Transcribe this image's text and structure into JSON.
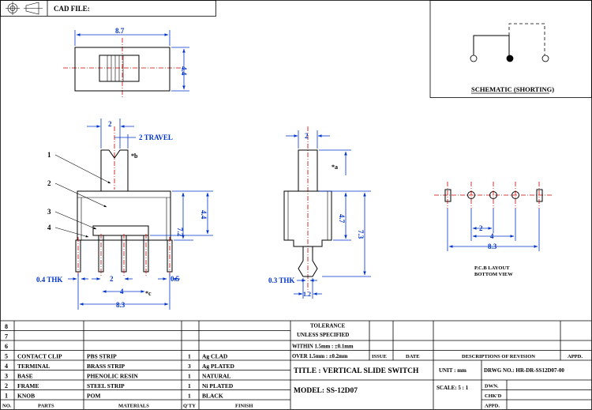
{
  "header": {
    "cad_file_label": "CAD FILE:"
  },
  "schematic": {
    "title": "SCHEMATIC (SHORTING)"
  },
  "top_view": {
    "width_dim": "8.7",
    "height_dim": "4.4"
  },
  "front_view": {
    "lever_width": "2",
    "travel": "2 TRAVEL",
    "note_b": "*b",
    "height_upper": "4.4",
    "height_total": "7.2",
    "thickness": "0.4 THK",
    "pitch": "2",
    "pin_width": "0.5",
    "span_inner": "4",
    "note_c": "*c",
    "span_total": "8.3",
    "callouts": [
      "1",
      "2",
      "3",
      "4"
    ]
  },
  "side_view": {
    "lever_width": "2",
    "note_a": "*a",
    "height_body": "4.7",
    "height_total": "7.3",
    "thickness": "0.3 THK",
    "pin_width": "1.2"
  },
  "pcb_layout": {
    "pitch": "2",
    "inner": "4",
    "total": "8.3",
    "title_line1": "P.C.B LAYOUT",
    "title_line2": "BOTTOM VIEW"
  },
  "bom": {
    "headers": {
      "no": "NO.",
      "parts": "PARTS",
      "materials": "MATERIALS",
      "qty": "Q'TY",
      "finish": "FINISH"
    },
    "rows": [
      {
        "no": "8",
        "parts": "",
        "materials": "",
        "qty": "",
        "finish": ""
      },
      {
        "no": "7",
        "parts": "",
        "materials": "",
        "qty": "",
        "finish": ""
      },
      {
        "no": "6",
        "parts": "",
        "materials": "",
        "qty": "",
        "finish": ""
      },
      {
        "no": "5",
        "parts": "CONTACT CLIP",
        "materials": "PBS STRIP",
        "qty": "1",
        "finish": "Ag CLAD"
      },
      {
        "no": "4",
        "parts": "TERMINAL",
        "materials": "BRASS STRIP",
        "qty": "3",
        "finish": "Ag PLATED"
      },
      {
        "no": "3",
        "parts": "BASE",
        "materials": "PHENOLIC RESIN",
        "qty": "1",
        "finish": "NATURAL"
      },
      {
        "no": "2",
        "parts": "FRAME",
        "materials": "STEEL STRIP",
        "qty": "1",
        "finish": "Ni PLATED"
      },
      {
        "no": "1",
        "parts": "KNOB",
        "materials": "POM",
        "qty": "1",
        "finish": "BLACK"
      }
    ]
  },
  "title_block": {
    "tolerance_title": "TOLERANCE",
    "tolerance_sub": "UNLESS   SPECIFIED",
    "tol_within": "WITHIN  1.5mm  :  ±0.1mm",
    "tol_over": "OVER   1.5mm  :  ±0.2mm",
    "issue": "ISSUE",
    "date": "DATE",
    "desc_revision": "DESCRIPTIONS  OF  REVISION",
    "appd": "APPD.",
    "title": "TITLE :  VERTICAL  SLIDE  SWITCH",
    "unit": "UNIT :  mm",
    "drwg_no": "DRWG  NO.:   HR-DR-SS12D07-00",
    "model": "MODEL:   SS-12D07",
    "scale": "SCALE:  5  :  1",
    "dwn": "DWN.",
    "chkd": "CHK'D",
    "appd2": "APPD."
  }
}
